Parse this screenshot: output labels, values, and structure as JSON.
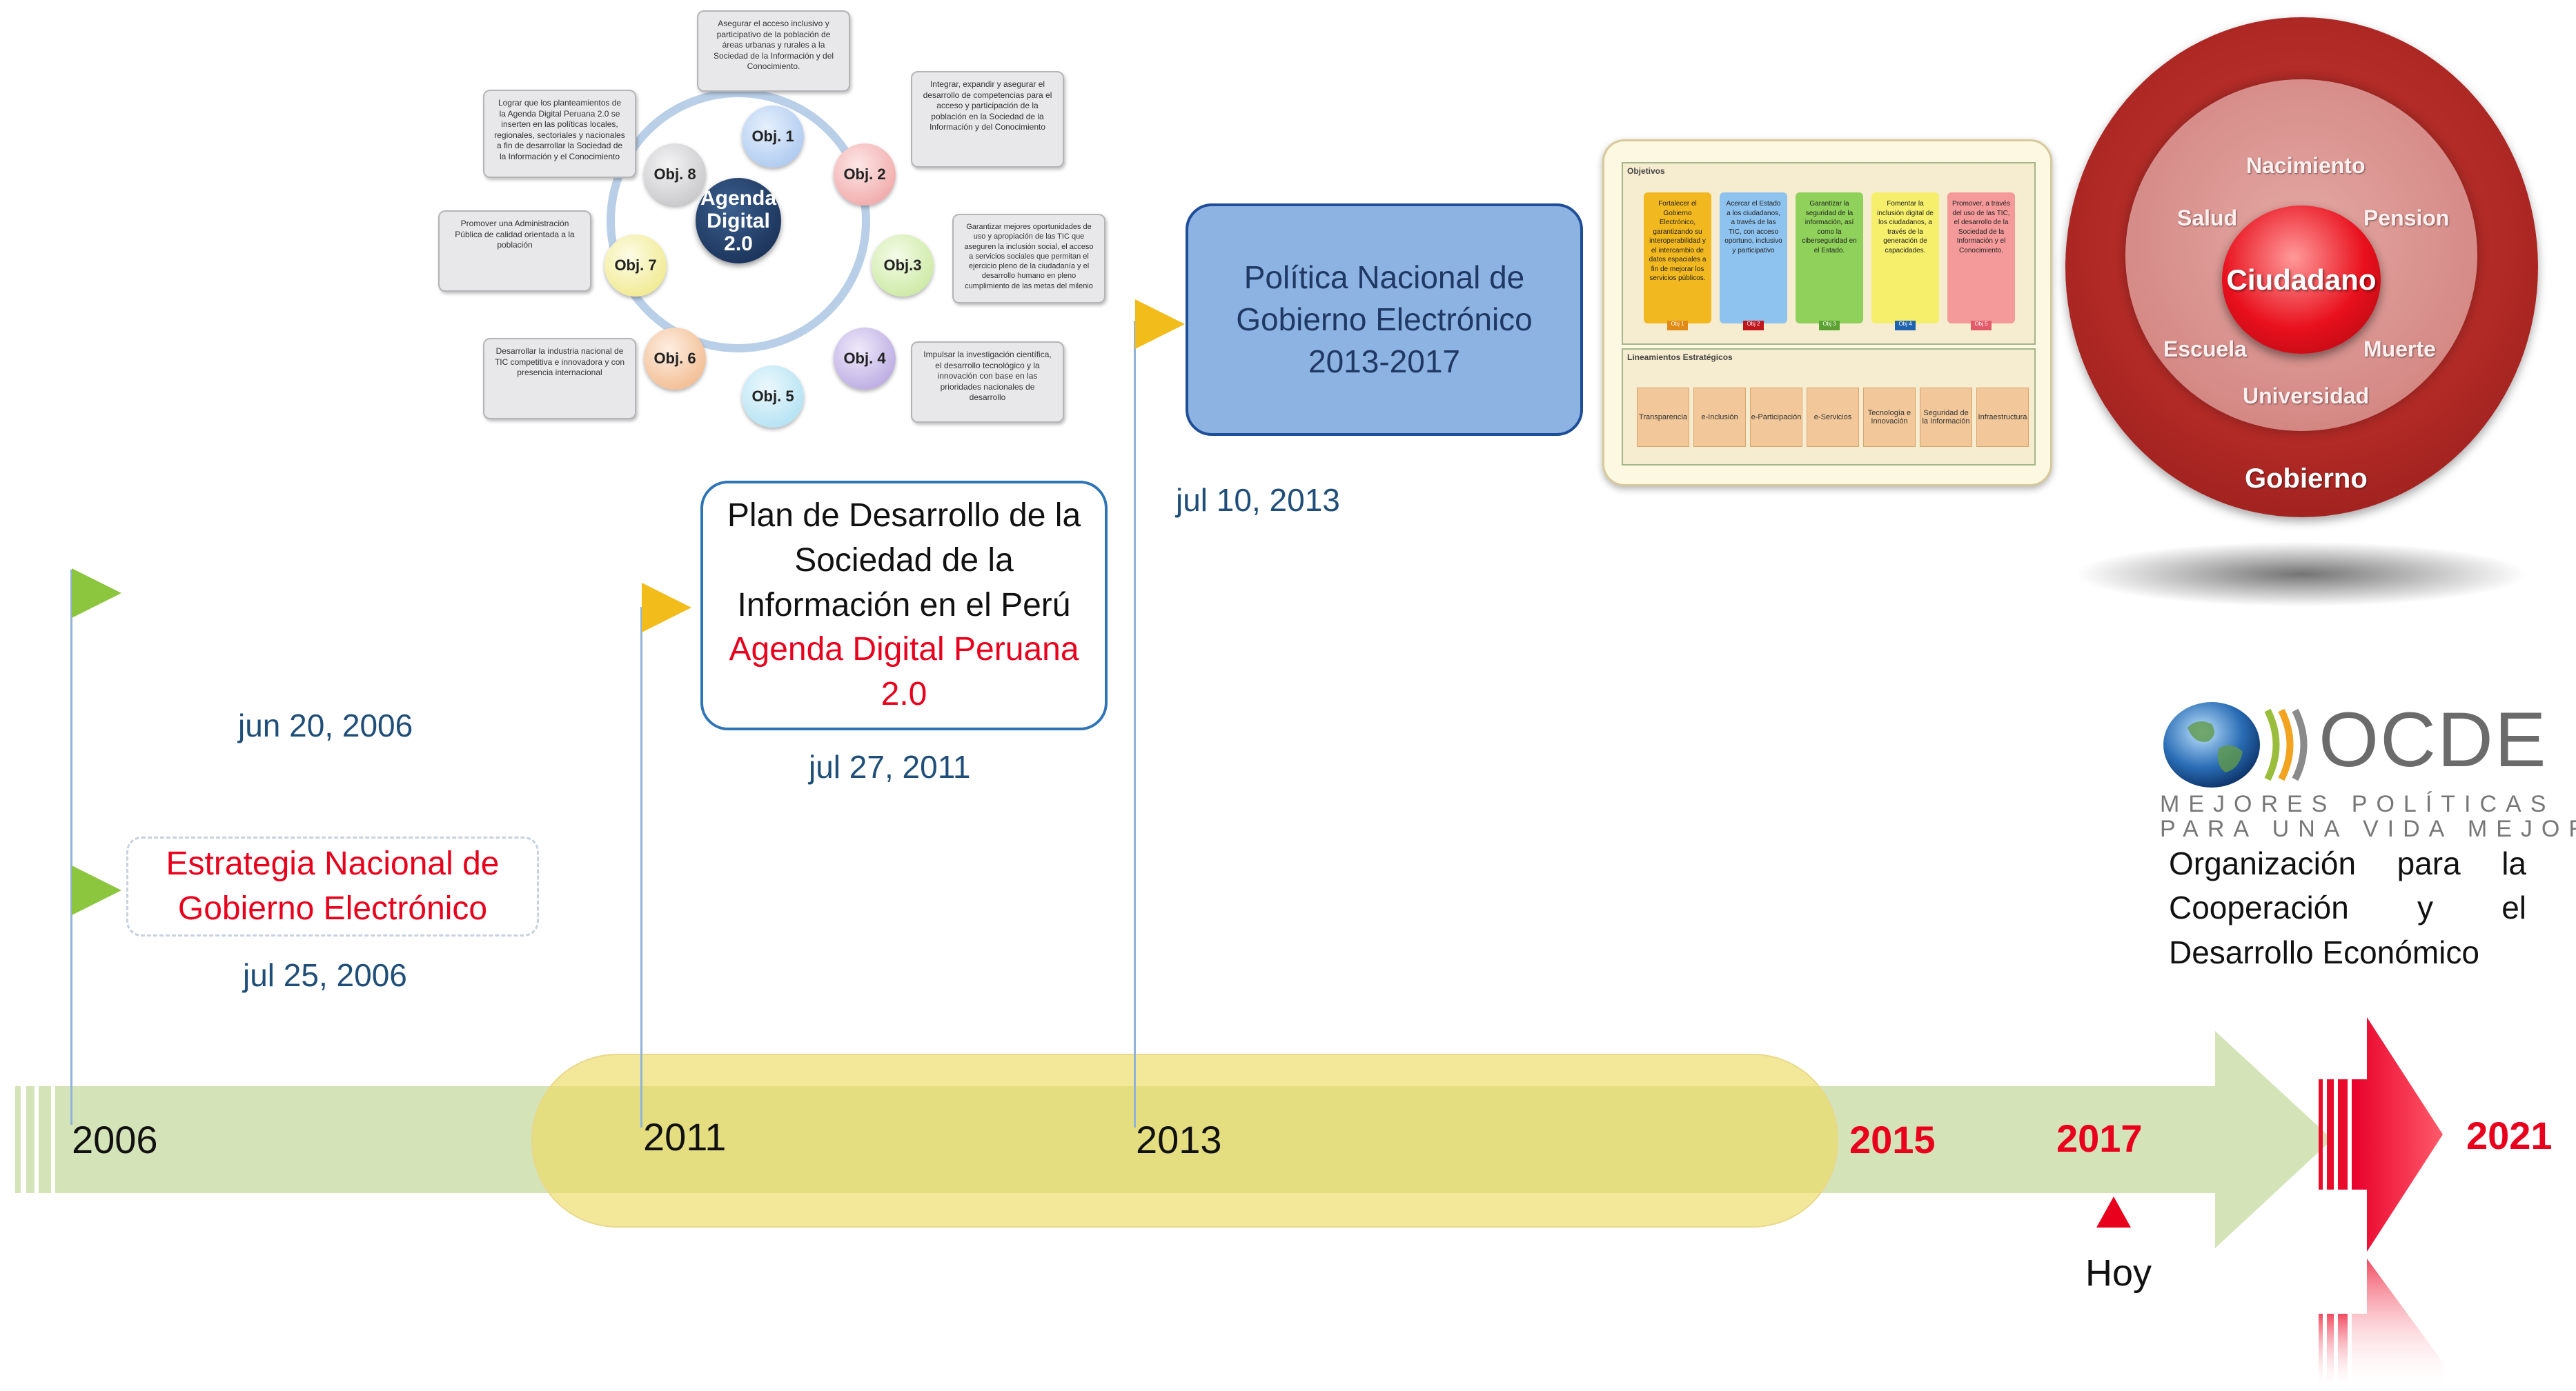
{
  "timeline": {
    "years": {
      "y2006": "2006",
      "y2011": "2011",
      "y2013": "2013",
      "y2015": "2015",
      "y2017": "2017",
      "y2021": "2021"
    },
    "today_label": "Hoy"
  },
  "milestones": {
    "m2006a": {
      "date": "jun 20, 2006"
    },
    "m2006b": {
      "date": "jul 25, 2006",
      "title_red": "Estrategia Nacional de Gobierno Electrónico"
    },
    "m2011": {
      "date": "jul 27, 2011",
      "title_black": "Plan de Desarrollo de la Sociedad de la Información en el Perú",
      "title_red": "Agenda Digital Peruana 2.0"
    },
    "m2013": {
      "date": "jul 10, 2013",
      "title": "Política Nacional de Gobierno Electrónico 2013-2017"
    }
  },
  "agenda_diagram": {
    "center": "Agenda Digital 2.0",
    "objectives": [
      {
        "label": "Obj. 1",
        "color": "#b9d3f4",
        "text": "Asegurar el acceso inclusivo y participativo de la población de áreas urbanas y rurales a la Sociedad de la Información y del Conocimiento."
      },
      {
        "label": "Obj. 2",
        "color": "#f4b4b4",
        "text": "Integrar, expandir y asegurar el desarrollo de competencias para el acceso y participación de la población en la Sociedad de la Información y del Conocimiento"
      },
      {
        "label": "Obj.3",
        "color": "#d6efb0",
        "text": "Garantizar mejores oportunidades de uso y apropiación de las TIC que aseguren la inclusión social, el acceso a servicios sociales que permitan el ejercicio pleno de la ciudadanía y el desarrollo humano en pleno cumplimiento de las metas del milenio"
      },
      {
        "label": "Obj. 4",
        "color": "#cbbde8",
        "text": "Impulsar la investigación científica, el desarrollo tecnológico y la innovación con base en las prioridades nacionales de desarrollo"
      },
      {
        "label": "Obj. 5",
        "color": "#bfe6f4",
        "text": ""
      },
      {
        "label": "Obj. 6",
        "color": "#f6c9a4",
        "text": "Desarrollar la industria nacional de TIC competitiva e innovadora y con presencia internacional"
      },
      {
        "label": "Obj. 7",
        "color": "#f4f0a0",
        "text": "Promover una Administración Pública de calidad orientada a la población"
      },
      {
        "label": "Obj. 8",
        "color": "#d4d4d6",
        "text": "Lograr que los planteamientos de la Agenda Digital Peruana 2.0 se inserten en las políticas locales, regionales, sectoriales y nacionales a fin de desarrollar la Sociedad de la Información y el Conocimiento"
      }
    ]
  },
  "policy_panel": {
    "objectives_title": "Objetivos",
    "objectives": [
      {
        "text": "Fortalecer el Gobierno Electrónico, garantizando su interoperabilidad y el intercambio de datos espaciales a fin de mejorar los servicios públicos.",
        "color": "#f2b81f",
        "tag": "Obj 1"
      },
      {
        "text": "Acercar el Estado a los ciudadanos, a través de las TIC, con acceso oportuno, inclusivo y participativo",
        "color": "#8fc3ef",
        "tag": "Obj 2"
      },
      {
        "text": "Garantizar la seguridad de la información, así como la ciberseguridad en el Estado.",
        "color": "#8fd15a",
        "tag": "Obj 3"
      },
      {
        "text": "Fomentar la inclusión digital de los ciudadanos, a través de la generación de capacidades.",
        "color": "#f6ef6b",
        "tag": "Obj 4"
      },
      {
        "text": "Promover, a través del uso de las TIC, el desarrollo de la Sociedad de la Información y el Conocimiento.",
        "color": "#f49a9a",
        "tag": "Obj 5"
      }
    ],
    "lines_title": "Lineamientos Estratégicos",
    "lines": [
      "Transparencia",
      "e-Inclusión",
      "e-Participación",
      "e-Servicios",
      "Tecnología e Innovación",
      "Seguridad de la Información",
      "Infraestructura"
    ]
  },
  "government_diagram": {
    "center": "Ciudadano",
    "items": [
      "Nacimiento",
      "Salud",
      "Pension",
      "Escuela",
      "Muerte",
      "Universidad"
    ],
    "outer": "Gobierno"
  },
  "ocde": {
    "logo_text": "OCDE",
    "tagline_1": "MEJORES POLÍTICAS",
    "tagline_2": "PARA UNA VIDA MEJOR",
    "description": "Organización para la Cooperación y el Desarrollo Económico"
  }
}
